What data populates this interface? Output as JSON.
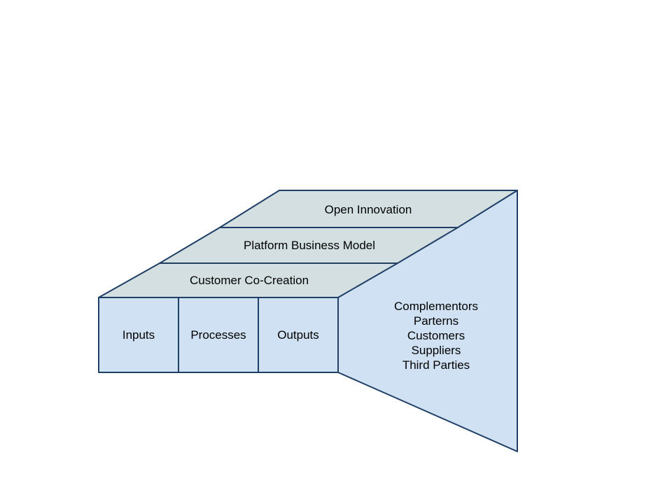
{
  "diagram": {
    "layers": [
      {
        "label": "Open Innovation"
      },
      {
        "label": "Platform Business Model"
      },
      {
        "label": "Customer Co-Creation"
      }
    ],
    "front_cells": [
      {
        "label": "Inputs"
      },
      {
        "label": "Processes"
      },
      {
        "label": "Outputs"
      }
    ],
    "side_panel": {
      "lines": [
        "Complementors",
        "Parterns",
        "Customers",
        "Suppliers",
        "Third Parties"
      ]
    }
  },
  "colors": {
    "stroke": "#1f3f66",
    "top_fill": "#d3dfe0",
    "front_fill": "#cfe1f3"
  }
}
